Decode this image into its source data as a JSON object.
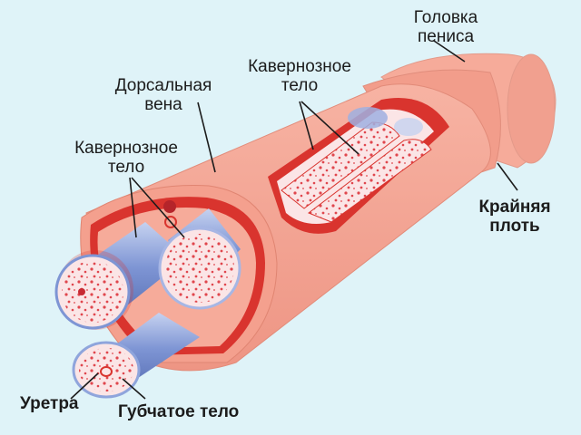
{
  "labels": {
    "glans": [
      "Головка",
      "пениса"
    ],
    "cavernous_top": [
      "Кавернозное",
      "тело"
    ],
    "dorsal_vein": [
      "Дорсальная",
      "вена"
    ],
    "cavernous_left": [
      "Кавернозное",
      "тело"
    ],
    "foreskin": [
      "Крайняя",
      "плоть"
    ],
    "urethra": "Уретра",
    "spongy_body": "Губчатое тело"
  },
  "colors": {
    "background": "#dff3f8",
    "skin": "#f4a08e",
    "skin_dark": "#e07f6e",
    "tunica": "#d9342e",
    "spongy_tissue": "#fbe5e6",
    "spongy_dots": "#e0464d",
    "artery_blue": "#8fa5dc",
    "leader": "#1c1c1c"
  }
}
